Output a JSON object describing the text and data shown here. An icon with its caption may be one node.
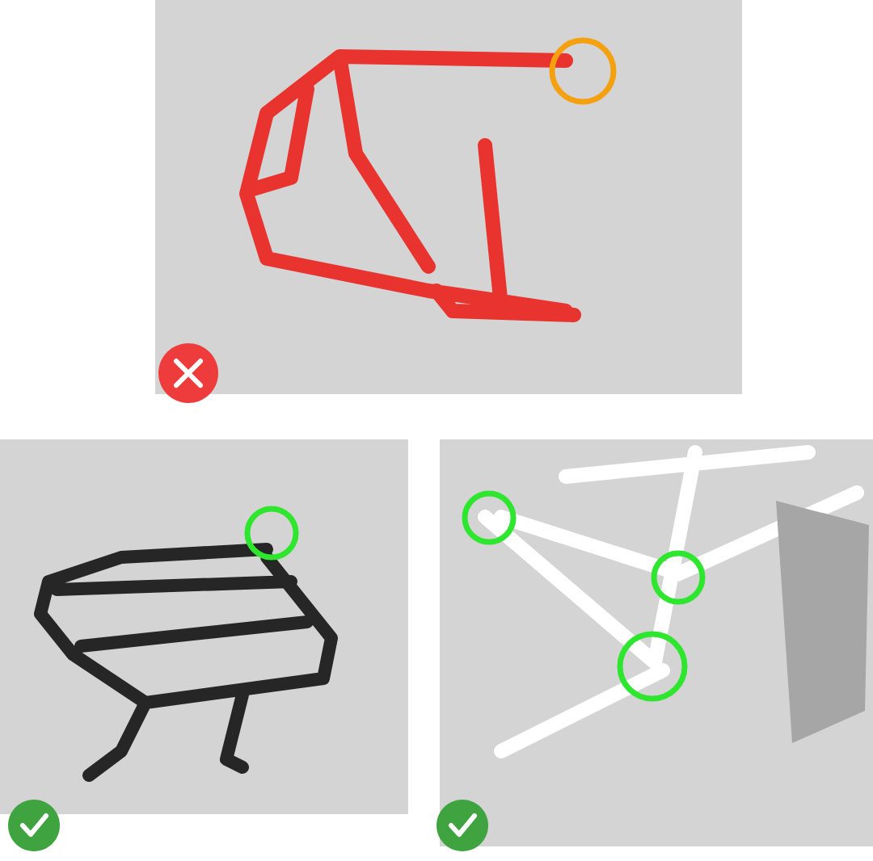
{
  "diagram": {
    "nodes": [
      {
        "text": [],
        "shape": "picture"
      },
      {
        "text": [],
        "shape": "circle",
        "in": 0
      },
      {
        "text": [],
        "shape": "picture"
      },
      {
        "text": [],
        "shape": "circle",
        "in": 2
      },
      {
        "text": [],
        "shape": "picture"
      },
      {
        "text": [],
        "shape": "circle",
        "in": 4
      },
      {
        "text": [],
        "shape": "circle",
        "in": 4
      },
      {
        "text": [],
        "shape": "circle",
        "in": 4
      }
    ]
  }
}
